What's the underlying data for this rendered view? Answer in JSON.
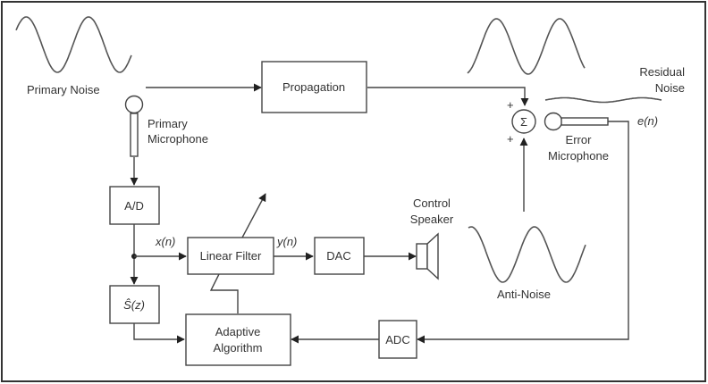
{
  "title": "Active Noise Control System Block Diagram",
  "labels": {
    "primary_noise": "Primary Noise",
    "primary_mic_1": "Primary",
    "primary_mic_2": "Microphone",
    "propagation": "Propagation",
    "residual_1": "Residual",
    "residual_2": "Noise",
    "error_mic_1": "Error",
    "error_mic_2": "Microphone",
    "en": "e(n)",
    "sigma": "Σ",
    "plus_top": "+",
    "plus_bottom": "+",
    "ad": "A/D",
    "xn": "x(n)",
    "linear_filter": "Linear Filter",
    "yn": "y(n)",
    "dac": "DAC",
    "control_speaker_1": "Control",
    "control_speaker_2": "Speaker",
    "anti_noise": "Anti-Noise",
    "sz": "Ŝ(z)",
    "adaptive_1": "Adaptive",
    "adaptive_2": "Algorithm",
    "adc": "ADC"
  },
  "colors": {
    "line": "#444444",
    "text": "#333333",
    "background": "#ffffff"
  }
}
